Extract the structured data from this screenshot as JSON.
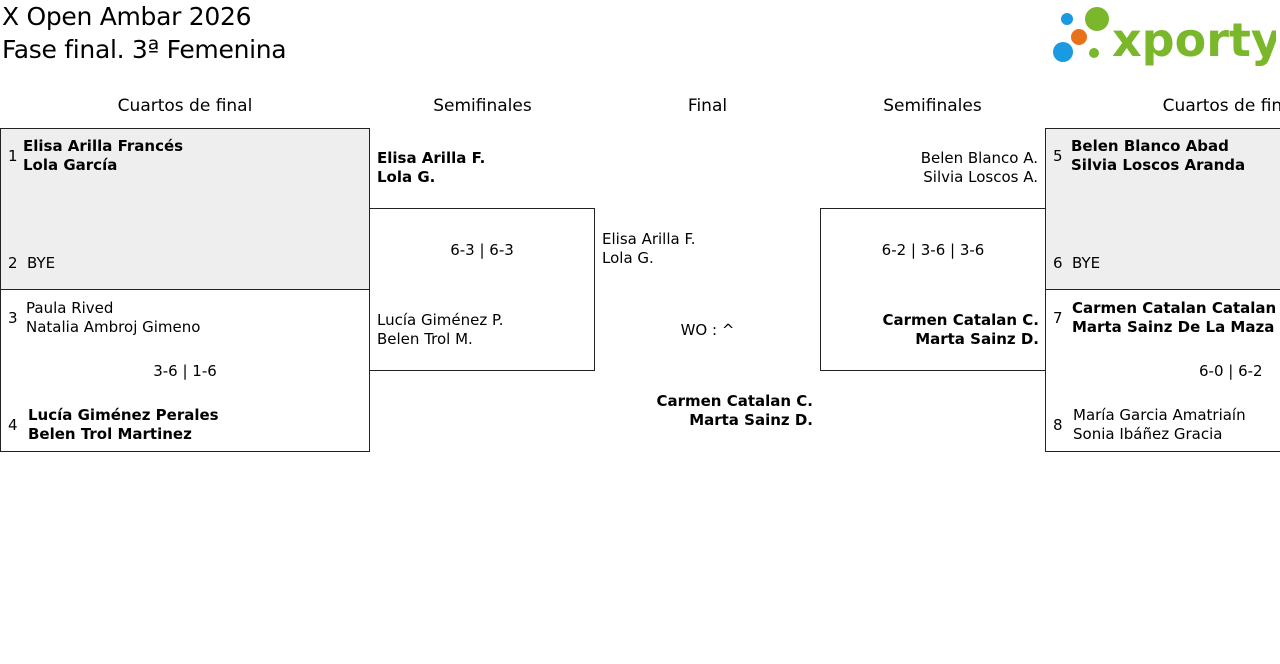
{
  "header": {
    "title_line1": "X Open Ambar 2026",
    "title_line2": "Fase final. 3ª Femenina",
    "logo_text": "xporty"
  },
  "rounds": {
    "left_quarters": "Cuartos de final",
    "left_semis": "Semifinales",
    "final": "Final",
    "right_semis": "Semifinales",
    "right_quarters": "Cuartos de final"
  },
  "left_quarters": {
    "match1": {
      "seed_a": "1",
      "a1": "Elisa Arilla Francés",
      "a2": "Lola García",
      "seed_b": "2",
      "b1": "BYE"
    },
    "match2": {
      "seed_a": "3",
      "a1": "Paula Rived",
      "a2": "Natalia Ambroj Gimeno",
      "score": "3-6 | 1-6",
      "seed_b": "4",
      "b1": "Lucía Giménez Perales",
      "b2": "Belen Trol Martinez"
    }
  },
  "left_semi": {
    "a1": "Elisa Arilla F.",
    "a2": "Lola G.",
    "score": "6-3 | 6-3",
    "b1": "Lucía Giménez P.",
    "b2": "Belen Trol M."
  },
  "final": {
    "a1": "Elisa Arilla F.",
    "a2": "Lola G.",
    "score": "WO : ^",
    "b1": "Carmen Catalan C.",
    "b2": "Marta Sainz D."
  },
  "right_semi": {
    "a1": "Belen Blanco A.",
    "a2": "Silvia Loscos A.",
    "score": "6-2 | 3-6 | 3-6",
    "b1": "Carmen Catalan C.",
    "b2": "Marta Sainz D."
  },
  "right_quarters": {
    "match1": {
      "seed_a": "5",
      "a1": "Belen Blanco Abad",
      "a2": "Silvia Loscos Aranda",
      "seed_b": "6",
      "b1": "BYE"
    },
    "match2": {
      "seed_a": "7",
      "a1": "Carmen Catalan Catalan",
      "a2": "Marta Sainz De La Maza Llar",
      "score": "6-0 | 6-2",
      "seed_b": "8",
      "b1": "María Garcia Amatriaín",
      "b2": "Sonia Ibáñez Gracia"
    }
  },
  "colors": {
    "logo_green": "#7ab72b",
    "dot_blue": "#1a9ae0",
    "dot_orange": "#e8711c",
    "box_shade": "#eeeeee"
  }
}
